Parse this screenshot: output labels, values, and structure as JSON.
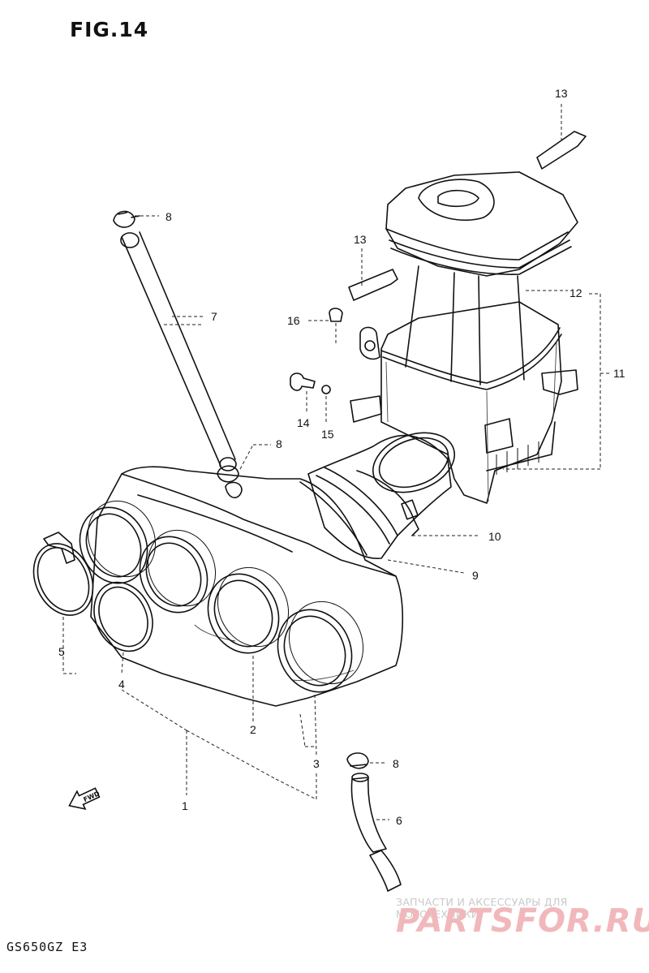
{
  "figure": {
    "title": "FIG.14",
    "model": "GS650GZ  E3",
    "direction_arrow": "FWD"
  },
  "callouts": [
    "1",
    "2",
    "3",
    "4",
    "5",
    "6",
    "7",
    "8",
    "8",
    "8",
    "9",
    "10",
    "11",
    "12",
    "13",
    "13",
    "14",
    "15",
    "16"
  ],
  "watermark": {
    "tagline": "ЗАПЧАСТИ И АКСЕССУАРЫ ДЛЯ МОТОТЕХНИКИ",
    "logo": "PARTSFOR.RU",
    "color": "#e8767d"
  }
}
